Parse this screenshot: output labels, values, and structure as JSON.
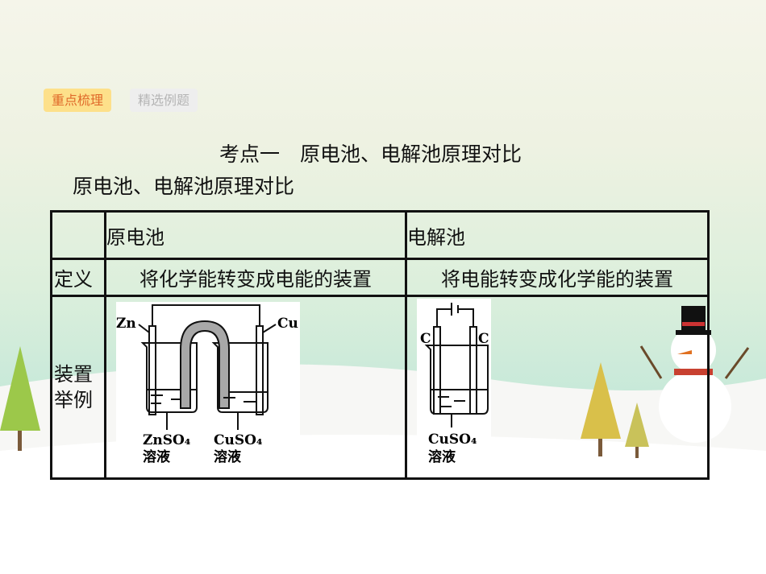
{
  "tabs": [
    {
      "label": "重点梳理",
      "active": true
    },
    {
      "label": "精选例题",
      "active": false
    }
  ],
  "title": "考点一　原电池、电解池原理对比",
  "subtitle": "原电池、电解池原理对比",
  "table": {
    "headers": [
      "",
      "原电池",
      "电解池"
    ],
    "rows": [
      {
        "label": "定义",
        "cells": [
          "将化学能转变成电能的装置",
          "将电能转变成化学能的装置"
        ]
      },
      {
        "label": "装置举例",
        "cells": [
          "",
          ""
        ]
      }
    ]
  },
  "galvanic_diagram": {
    "anode": "Zn",
    "cathode": "Cu",
    "left_solution": "ZnSO4",
    "left_solution_note": "溶液",
    "right_solution": "CuSO4",
    "right_solution_note": "溶液"
  },
  "electrolytic_diagram": {
    "left_electrode": "C",
    "right_electrode": "C",
    "solution": "CuSO4",
    "solution_note": "溶液"
  },
  "colors": {
    "tab_active_bg": "#fde08a",
    "tab_active_text": "#e06a2a",
    "tab_inactive_bg": "#eeeeee",
    "salt_bridge": "#a8a8a8"
  }
}
